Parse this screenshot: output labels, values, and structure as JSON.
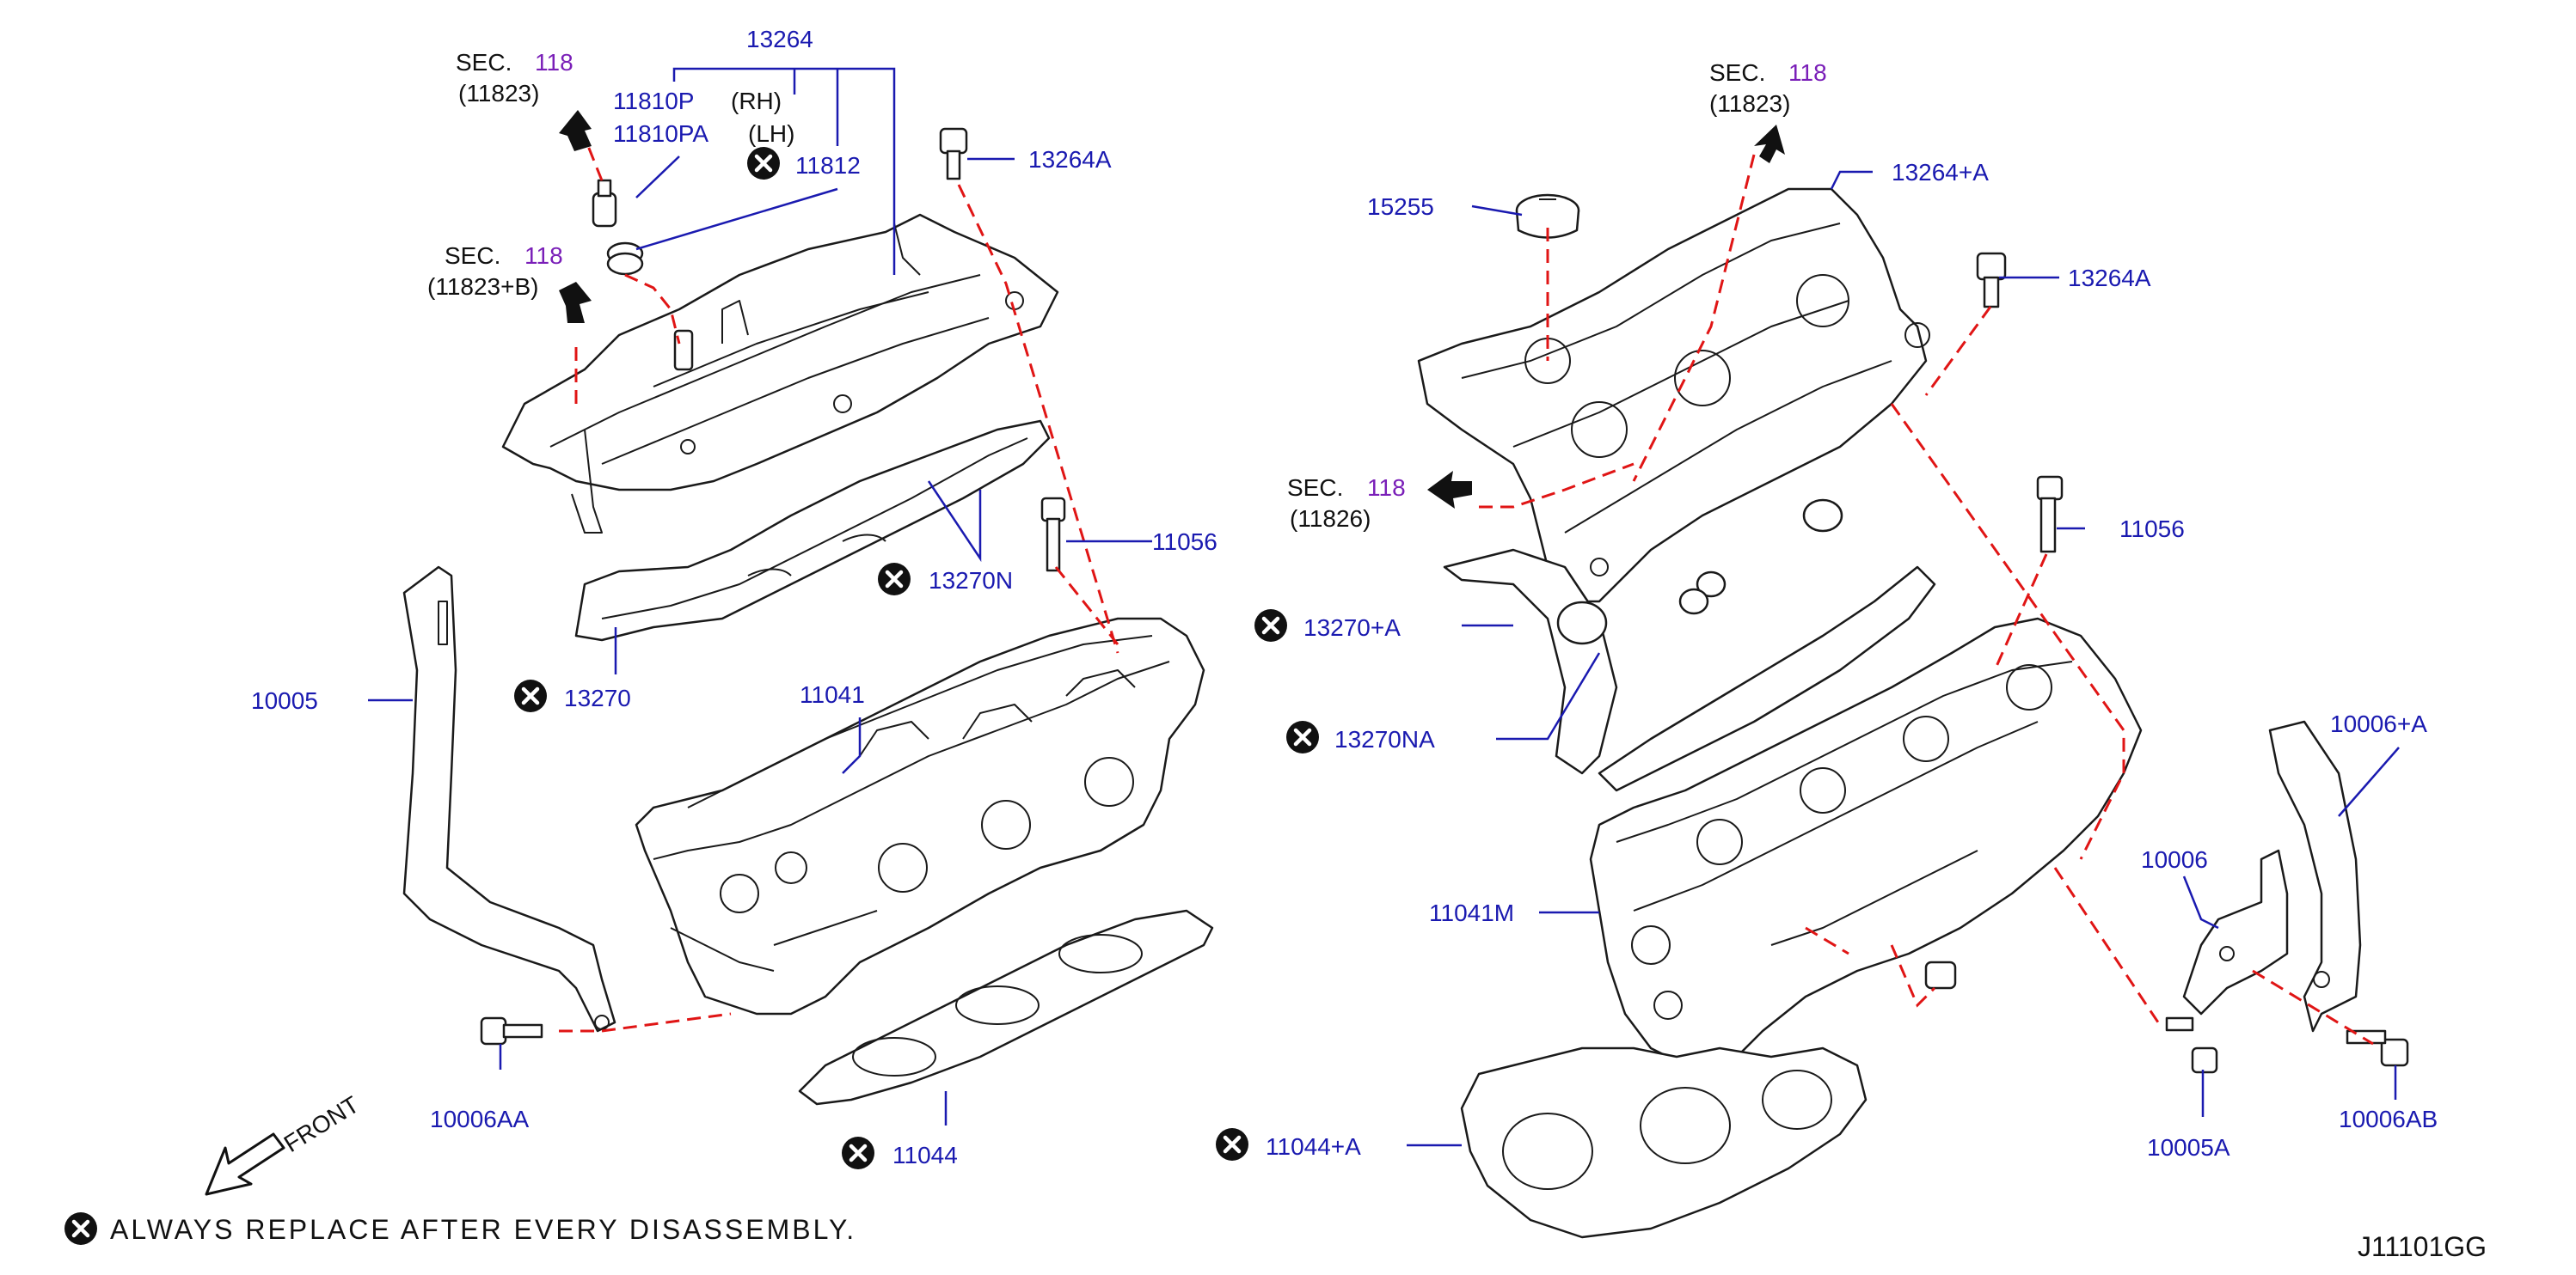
{
  "colors": {
    "label": "#1a1ab0",
    "section": "#7a1fb8",
    "dash": "#e01515",
    "line": "#1a1a1a"
  },
  "icons": {
    "replace": "x-circle-icon",
    "front": "front-arrow-icon",
    "section": "section-arrow-icon"
  },
  "sections": {
    "sec_top_left": {
      "word": "SEC.",
      "num": "118",
      "ref": "(11823)"
    },
    "sec_mid_left": {
      "word": "SEC.",
      "num": "118",
      "ref": "(11823+B)"
    },
    "sec_top_right": {
      "word": "SEC.",
      "num": "118",
      "ref": "(11823)"
    },
    "sec_mid_right": {
      "word": "SEC.",
      "num": "118",
      "ref": "(11826)"
    }
  },
  "labels": {
    "p13264": "13264",
    "p11810P": "11810P",
    "p11810PA": "11810PA",
    "rh": "(RH)",
    "lh": "(LH)",
    "p11812": "11812",
    "p13264A_left": "13264A",
    "p13270N": "13270N",
    "p11056_left": "11056",
    "p10005": "10005",
    "p13270": "13270",
    "p11041": "11041",
    "p10006AA": "10006AA",
    "p11044": "11044",
    "p15255": "15255",
    "p13264plusA": "13264+A",
    "p13264A_right": "13264A",
    "p11056_right": "11056",
    "p13270plusA": "13270+A",
    "p13270NA": "13270NA",
    "p10006plusA": "10006+A",
    "p10006": "10006",
    "p11041M": "11041M",
    "p11044plusA": "11044+A",
    "p10005A": "10005A",
    "p10006AB": "10006AB"
  },
  "front_label": "FRONT",
  "footnote": "ALWAYS  REPLACE  AFTER  EVERY  DISASSEMBLY.",
  "diagram_code": "J11101GG"
}
